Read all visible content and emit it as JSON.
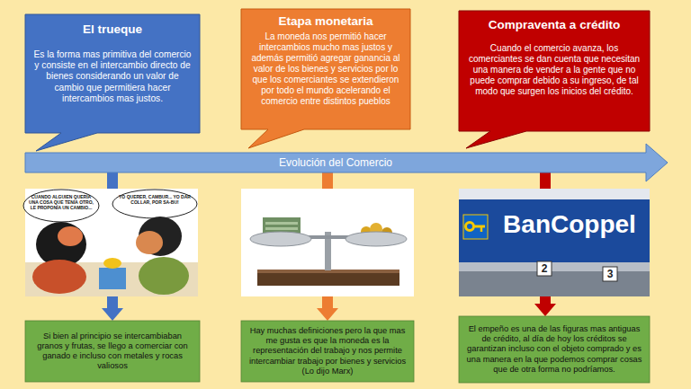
{
  "diagram": {
    "nodes": [
      {
        "text": [
          "El trueque",
          "Es la forma mas primitiva del comercio y consiste en el intercambio directo de bienes considerando un valor de cambio que permitiera hacer intercambios mas justos."
        ]
      },
      {
        "text": [
          "Etapa monetaria",
          "La moneda nos permitió hacer intercambios mucho mas justos y además permitió agregar ganancia al valor de los bienes y servicios por lo que los comerciantes se extendieron por todo el mundo acelerando el comercio entre distintos pueblos"
        ]
      },
      {
        "text": [
          "Compraventa a crédito",
          "Cuando el comercio avanza, los comerciantes se dan cuenta que necesitan una manera de vender a la gente que no puede comprar debido a su ingreso, de tal modo que surgen los inicios del crédito."
        ]
      },
      {
        "text": [
          "Evolución del Comercio"
        ]
      },
      {
        "text": [
          "Si bien al principio se intercambiaban granos y frutas, se llego a comerciar con ganado e incluso con metales y rocas valiosos"
        ]
      },
      {
        "text": [
          "Hay muchas definiciones pero la que mas me gusta es que la moneda es la representación del trabajo y nos permite intercambiar trabajo por bienes y servicios (Lo dijo Marx)"
        ]
      },
      {
        "text": [
          "El empeño es una de las figuras mas antiguas de crédito, al día de hoy los créditos se garantizan incluso con el objeto comprado y es una manera en la que podemos comprar cosas que de otra forma no podríamos."
        ]
      }
    ],
    "edges": [
      {
        "from": 3,
        "to": 4,
        "arrow": "to"
      },
      {
        "from": 3,
        "to": 5,
        "arrow": "to"
      },
      {
        "from": 3,
        "to": 6,
        "arrow": "to"
      }
    ],
    "labels": [
      "CUANDO ALGUIEN QUERÍA UNA COSA QUE TENÍA OTRO, LE PROPONÍA UN CAMBIO...",
      "YO QUERER, CAMBUR... YO DAR COLLAR, POR SA-BU!",
      "BanCoppel",
      "2",
      "3"
    ]
  }
}
